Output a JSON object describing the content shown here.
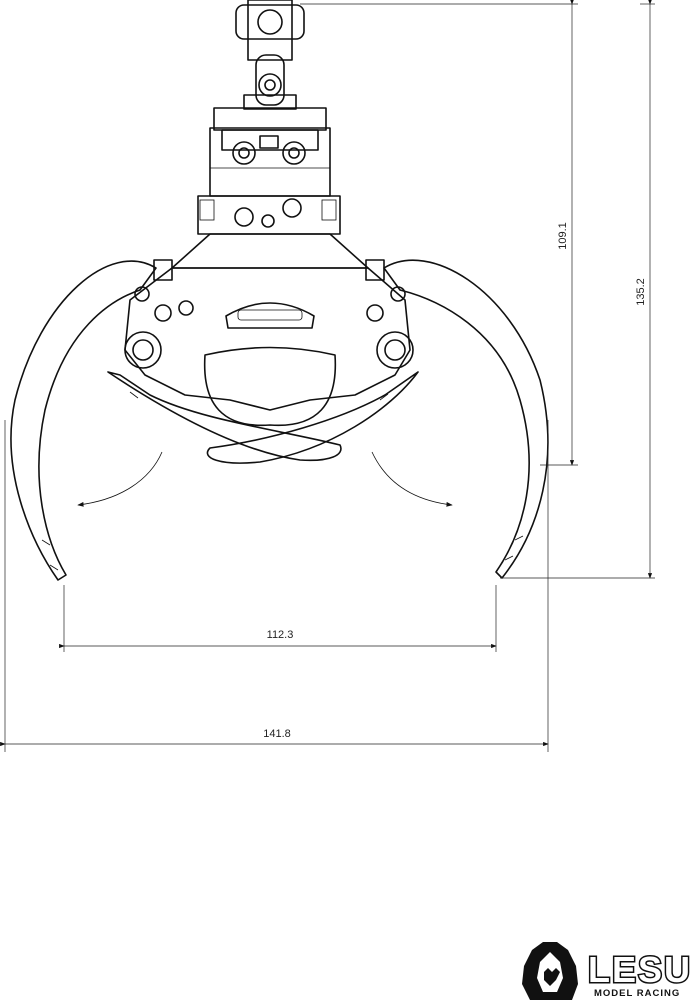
{
  "dimensions": {
    "height_inner": "109.1",
    "height_outer": "135.2",
    "width_inner": "112.3",
    "width_outer": "141.8"
  },
  "logo": {
    "brand": "LESU",
    "tagline": "MODEL RACING"
  }
}
